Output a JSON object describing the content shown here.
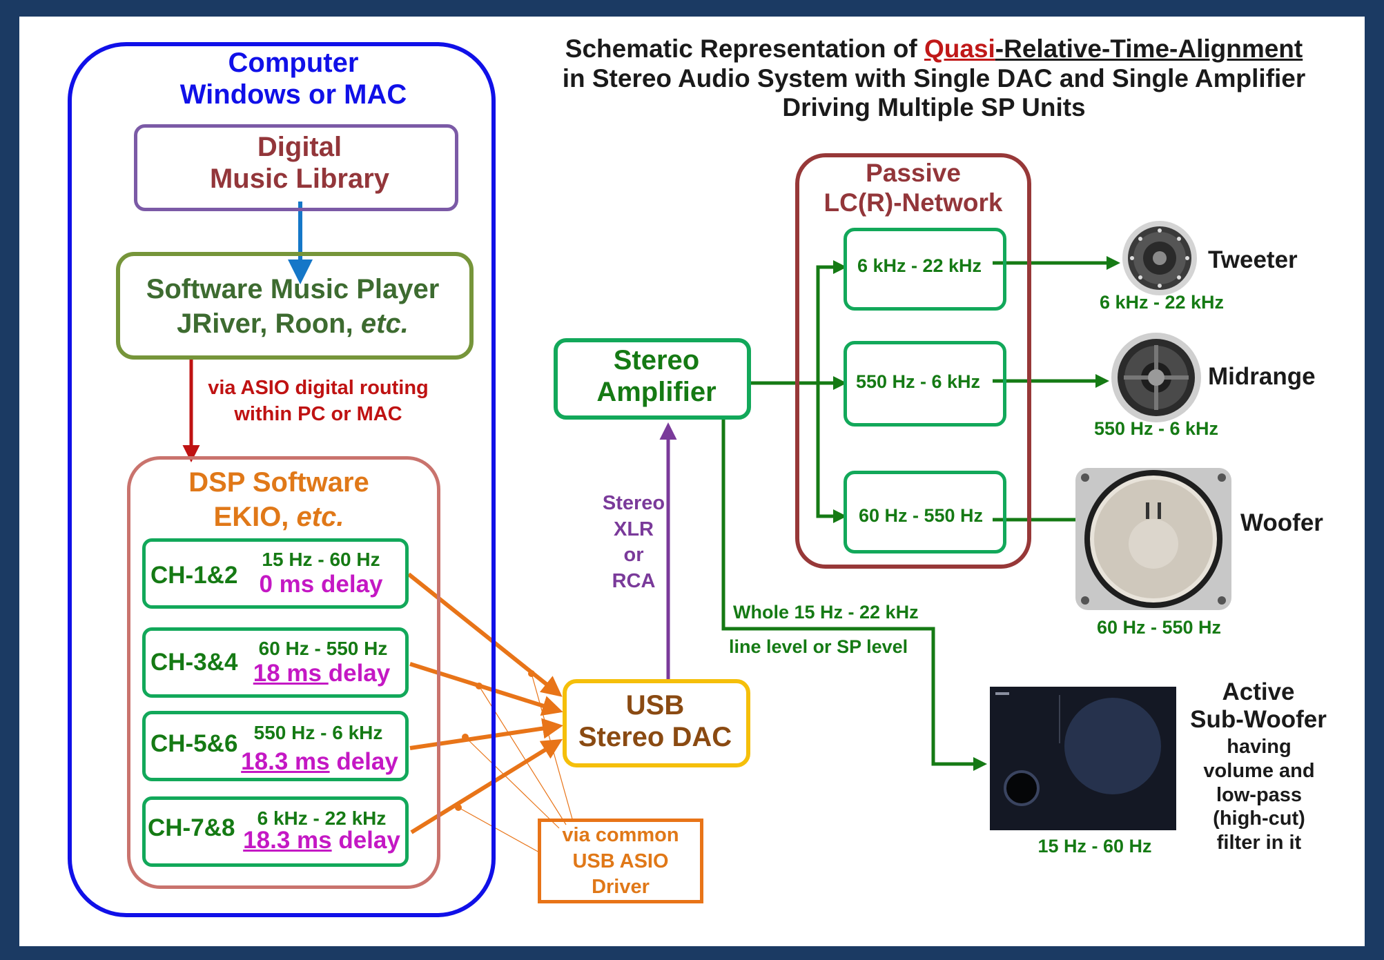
{
  "title": {
    "line1_pre": "Schematic Representation of ",
    "line1_quasi": "Quasi",
    "line1_post": "-Relative-Time-Alignment",
    "line2": "in Stereo Audio System with Single DAC and Single Amplifier",
    "line3": "Driving Multiple SP Units"
  },
  "computer": {
    "line1": "Computer",
    "line2": "Windows or MAC"
  },
  "library": {
    "line1": "Digital",
    "line2": "Music Library"
  },
  "player": {
    "line1": "Software Music Player",
    "line2_pre": "JRiver, Roon, ",
    "line2_em": "etc."
  },
  "asio_route": {
    "line1": "via ASIO digital routing",
    "line2": "within PC or MAC"
  },
  "dsp": {
    "line1": "DSP Software",
    "line2_pre": "EKIO, ",
    "line2_em": "etc."
  },
  "channels": [
    {
      "name": "CH-1&2",
      "band": "15 Hz - 60 Hz",
      "delay_value": "0 ms",
      "delay_word": " delay"
    },
    {
      "name": "CH-3&4",
      "band": "60 Hz - 550 Hz",
      "delay_value": "18 ms ",
      "delay_word": "delay"
    },
    {
      "name": "CH-5&6",
      "band": "550 Hz - 6 kHz",
      "delay_value": "18.3 ms",
      "delay_word": " delay"
    },
    {
      "name": "CH-7&8",
      "band": "6 kHz - 22 kHz",
      "delay_value": "18.3 ms",
      "delay_word": " delay"
    }
  ],
  "dac": {
    "line1": "USB",
    "line2": "Stereo DAC"
  },
  "usb_driver": {
    "line1": "via common",
    "line2": "USB ASIO",
    "line3": "Driver"
  },
  "cable": {
    "line1": "Stereo",
    "line2": "XLR",
    "line3": "or",
    "line4": "RCA"
  },
  "amplifier": {
    "line1": "Stereo",
    "line2": "Amplifier"
  },
  "network": {
    "line1": "Passive",
    "line2": "LC(R)-Network"
  },
  "filters": [
    {
      "label": "6 kHz - 22 kHz"
    },
    {
      "label": "550 Hz - 6 kHz"
    },
    {
      "label": "60 Hz - 550 Hz"
    }
  ],
  "speakers": [
    {
      "name": "Tweeter",
      "band": "6 kHz - 22 kHz",
      "icon": "tweeter-icon"
    },
    {
      "name": "Midrange",
      "band": "550 Hz - 6 kHz",
      "icon": "midrange-icon"
    },
    {
      "name": "Woofer",
      "band": "60 Hz - 550 Hz",
      "icon": "woofer-icon"
    }
  ],
  "whole_line": {
    "line1": "Whole 15 Hz - 22 kHz",
    "line2": "line level or SP level"
  },
  "subwoofer": {
    "title1": "Active",
    "title2": "Sub-Woofer",
    "desc1": "having",
    "desc2": "volume and",
    "desc3": "low-pass",
    "desc4": "(high-cut)",
    "desc5": "filter in it",
    "band": "15 Hz - 60 Hz",
    "icon": "subwoofer-icon"
  },
  "colors": {
    "background": "#1b3a63",
    "computer_blue": "#1010e8",
    "library_purple": "#7b5aa6",
    "library_text": "#93363a",
    "player_green": "#76953a",
    "player_text": "#3d6b30",
    "dsp_pink": "#c9736d",
    "dsp_text": "#e07818",
    "channel_green": "#12a85a",
    "dark_green": "#157a14",
    "magenta": "#c418c4",
    "dac_yellow": "#f5bf0a",
    "dac_text": "#8a4a12",
    "network_red": "#973838",
    "route_red": "#bf1212",
    "orange": "#e87418",
    "xlr_purple": "#7a3a9a"
  }
}
